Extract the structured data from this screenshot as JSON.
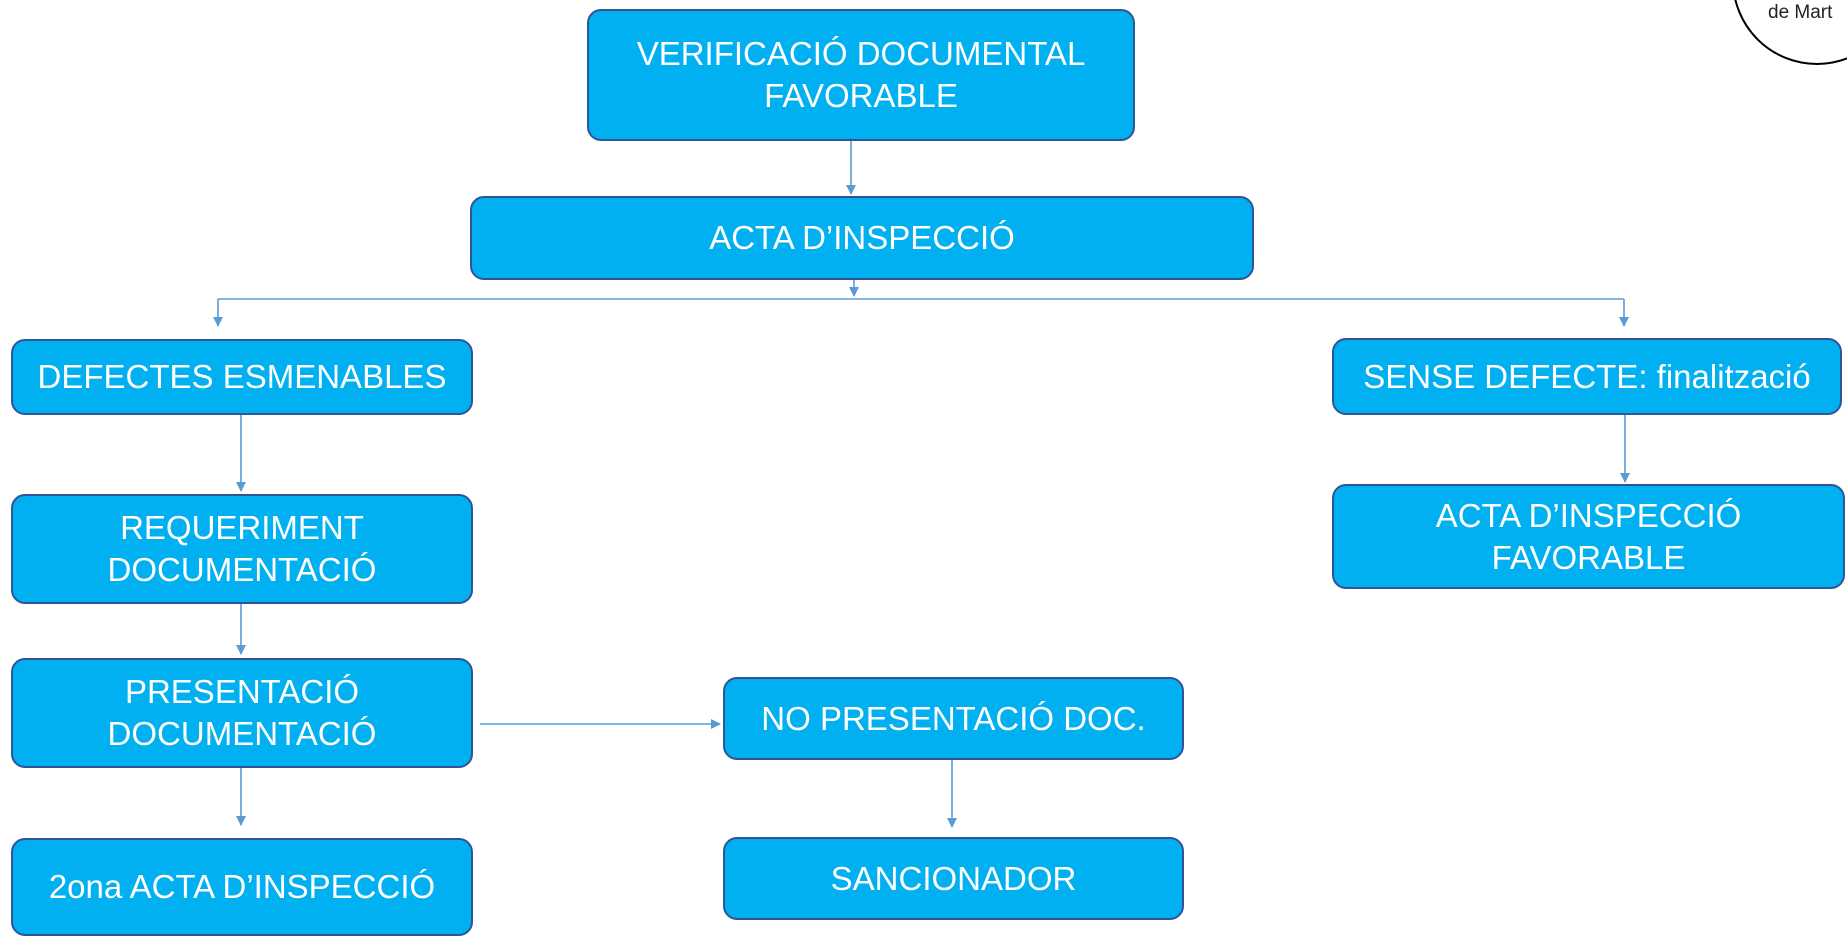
{
  "nodes": {
    "verificacio": {
      "lines": [
        "VERIFICACIÓ DOCUMENTAL",
        "FAVORABLE"
      ]
    },
    "acta": {
      "lines": [
        "ACTA D’INSPECCIÓ"
      ]
    },
    "defectes": {
      "lines": [
        "DEFECTES ESMENABLES"
      ]
    },
    "sense_defecte": {
      "lines": [
        "SENSE DEFECTE: finalització"
      ]
    },
    "requeriment": {
      "lines": [
        "REQUERIMENT",
        "DOCUMENTACIÓ"
      ]
    },
    "acta_favorable": {
      "lines": [
        "ACTA D’INSPECCIÓ",
        "FAVORABLE"
      ]
    },
    "presentacio": {
      "lines": [
        "PRESENTACIÓ",
        "DOCUMENTACIÓ"
      ]
    },
    "no_presentacio": {
      "lines": [
        "NO PRESENTACIÓ DOC."
      ]
    },
    "segona_acta": {
      "lines": [
        "2ona ACTA D’INSPECCIÓ"
      ]
    },
    "sancionador": {
      "lines": [
        "SANCIONADOR"
      ]
    }
  },
  "logo": {
    "text": "de Mart"
  },
  "colors": {
    "node_fill": "#00b0f0",
    "node_border": "#2f5597",
    "node_text": "#ffffff",
    "connector": "#5b9bd5"
  }
}
